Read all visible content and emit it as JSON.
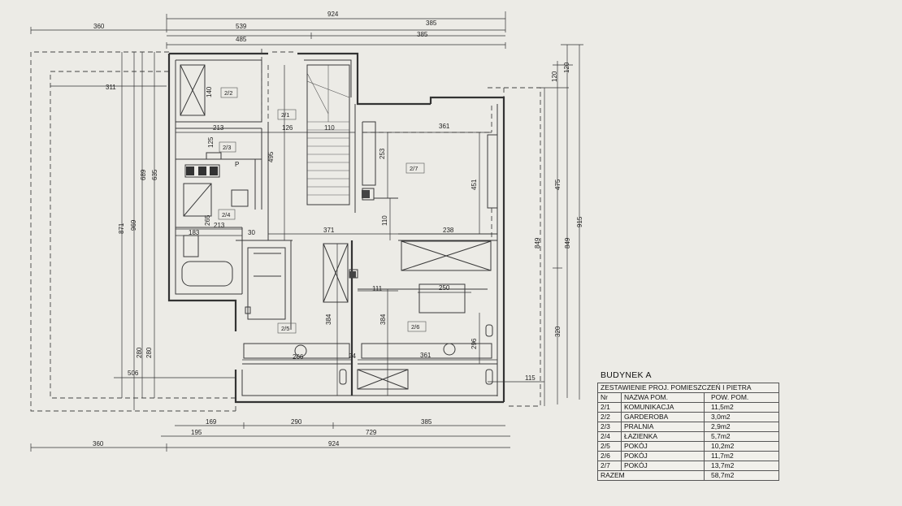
{
  "plan": {
    "top_dims": {
      "d924": "924",
      "d539": "539",
      "d385a": "385",
      "d485": "485",
      "d385b": "385",
      "d360": "360",
      "d311": "311"
    },
    "bottom_dims": {
      "d169": "169",
      "d290": "290",
      "d385": "385",
      "d195": "195",
      "d729": "729",
      "d360": "360",
      "d924": "924"
    },
    "left_dims": {
      "d871": "871",
      "d969": "969",
      "d689": "689",
      "d635": "635",
      "d280a": "280",
      "d280b": "280",
      "d506": "506"
    },
    "right_dims": {
      "d120a": "120",
      "d120b": "120",
      "d475": "475",
      "d915": "915",
      "d849a": "849",
      "d849b": "849",
      "d320": "320",
      "d115": "115"
    },
    "interior_dims": {
      "d213a": "213",
      "d126": "126",
      "d110a": "110",
      "d361a": "361",
      "d140": "140",
      "d125": "125",
      "d495": "495",
      "d253": "253",
      "d451": "451",
      "d110b": "110",
      "d371": "371",
      "d238": "238",
      "d265": "265",
      "d213b": "213",
      "d183": "183",
      "d30": "30",
      "d111": "111",
      "d250": "250",
      "d384a": "384",
      "d384b": "384",
      "d296": "296",
      "d266": "266",
      "d24": "24",
      "d361b": "361"
    },
    "rooms": {
      "r21": "2/1",
      "r22": "2/2",
      "r23": "2/3",
      "r24": "2/4",
      "r25": "2/5",
      "r26": "2/6",
      "r27": "2/7"
    },
    "appliance_letter": "P"
  },
  "legend": {
    "building": "BUDYNEK A",
    "subtitle": "ZESTAWIENIE PROJ. POMIESZCZEŃ I PIETRA",
    "headers": {
      "nr": "Nr",
      "name": "NAZWA POM.",
      "area": "POW. POM."
    },
    "rows": [
      {
        "nr": "2/1",
        "name": "KOMUNIKACJA",
        "area": "11,5m2"
      },
      {
        "nr": "2/2",
        "name": "GARDEROBA",
        "area": "3,0m2"
      },
      {
        "nr": "2/3",
        "name": "PRALNIA",
        "area": "2,9m2"
      },
      {
        "nr": "2/4",
        "name": "ŁAZIENKA",
        "area": "5,7m2"
      },
      {
        "nr": "2/5",
        "name": "POKÓJ",
        "area": "10,2m2"
      },
      {
        "nr": "2/6",
        "name": "POKÓJ",
        "area": "11,7m2"
      },
      {
        "nr": "2/7",
        "name": "POKÓJ",
        "area": "13,7m2"
      }
    ],
    "total": {
      "label": "RAZEM",
      "area": "58,7m2"
    }
  }
}
